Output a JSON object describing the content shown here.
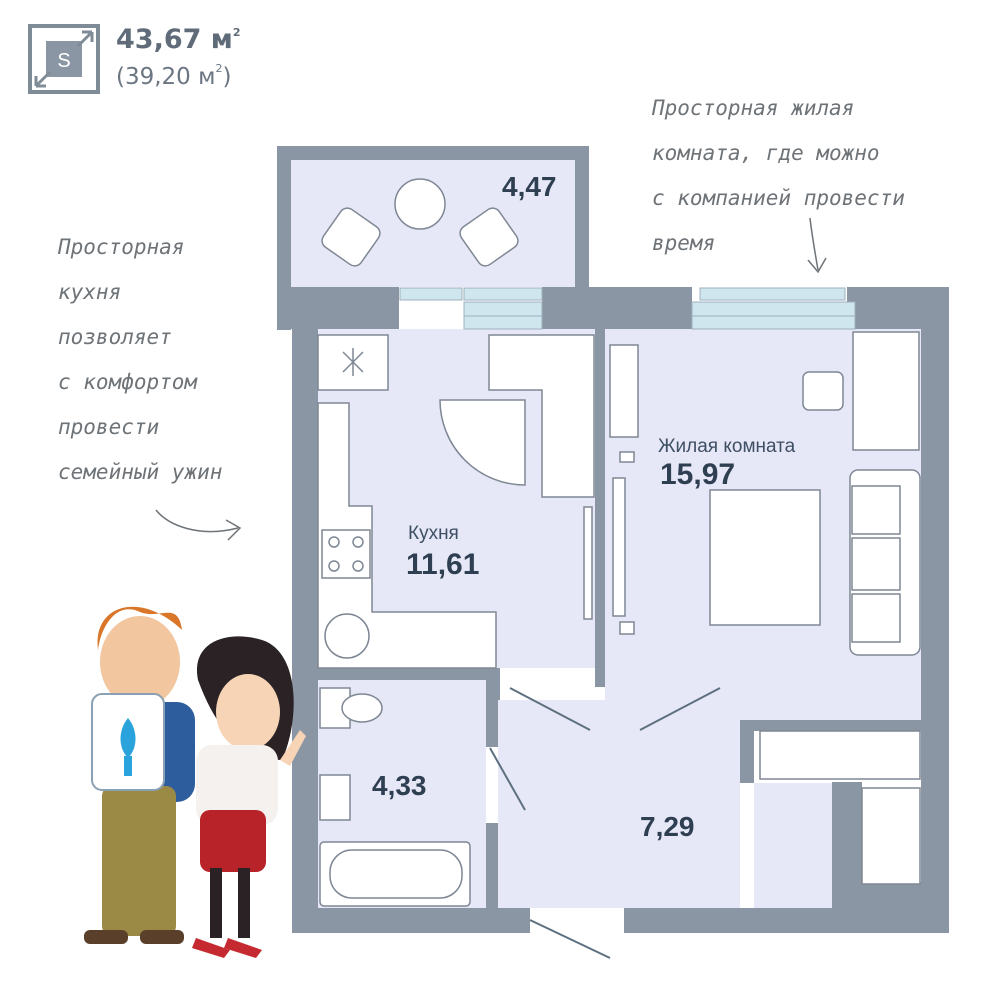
{
  "colors": {
    "wall": "#8a96a3",
    "floor": "#e7e8f7",
    "furniture_line": "#7e8794",
    "window": "#cfe6ef",
    "accent_text": "#5f6b78"
  },
  "header": {
    "area_icon_letter": "S",
    "area_total_value": "43,67 м",
    "area_total_exp": "2",
    "area_living_value": "(39,20 м",
    "area_living_exp": "2",
    "area_living_close": ")"
  },
  "notes": {
    "right_lines": [
      "Просторная жилая",
      "комната, где можно",
      "с компанией провести",
      "время"
    ],
    "left_lines": [
      "Просторная",
      "кухня",
      "позволяет",
      "с комфортом",
      "провести",
      "семейный ужин"
    ]
  },
  "rooms": {
    "balcony": {
      "area": "4,47"
    },
    "kitchen": {
      "label": "Кухня",
      "area": "11,61"
    },
    "living": {
      "label": "Жилая комната",
      "area": "15,97"
    },
    "bathroom": {
      "area": "4,33"
    },
    "hall": {
      "area": "7,29"
    }
  },
  "icons": {
    "area": "area-expand-icon",
    "mascot_boy": "mascot-boy-icon",
    "mascot_girl": "mascot-girl-icon",
    "logo": "key-logo-icon"
  }
}
